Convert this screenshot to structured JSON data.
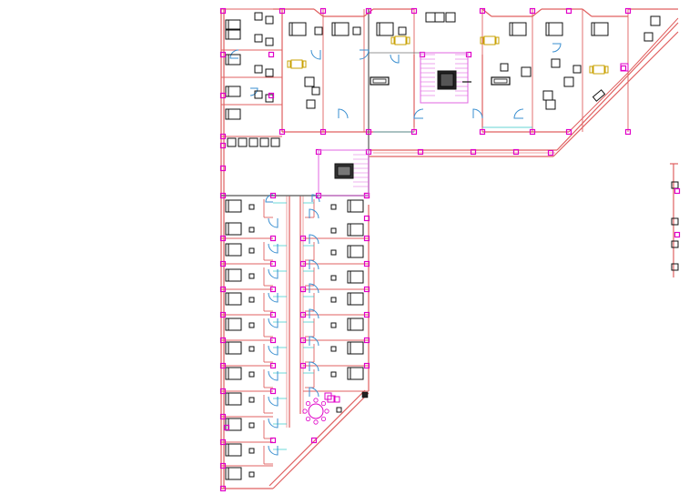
{
  "drawing": {
    "title": "",
    "colors": {
      "background": "#ffffff",
      "walls": "#e06060",
      "wall_double": "#f2a0a0",
      "columns": "#e000c8",
      "furniture": "#111111",
      "doors": "#3a8fd0",
      "grid_line": "#707070",
      "accent_furniture": "#c8a000",
      "stair": "#e066e0",
      "guides": "#30c8c8"
    },
    "rooms": {
      "vertical_wing_units": 10,
      "top_wing_units": 8,
      "partial_right_units": 4
    },
    "icons": [
      "bed-icon",
      "chair-icon",
      "sofa-icon",
      "table-icon",
      "door-swing-icon",
      "column-icon",
      "stair-icon",
      "elevator-icon"
    ]
  }
}
